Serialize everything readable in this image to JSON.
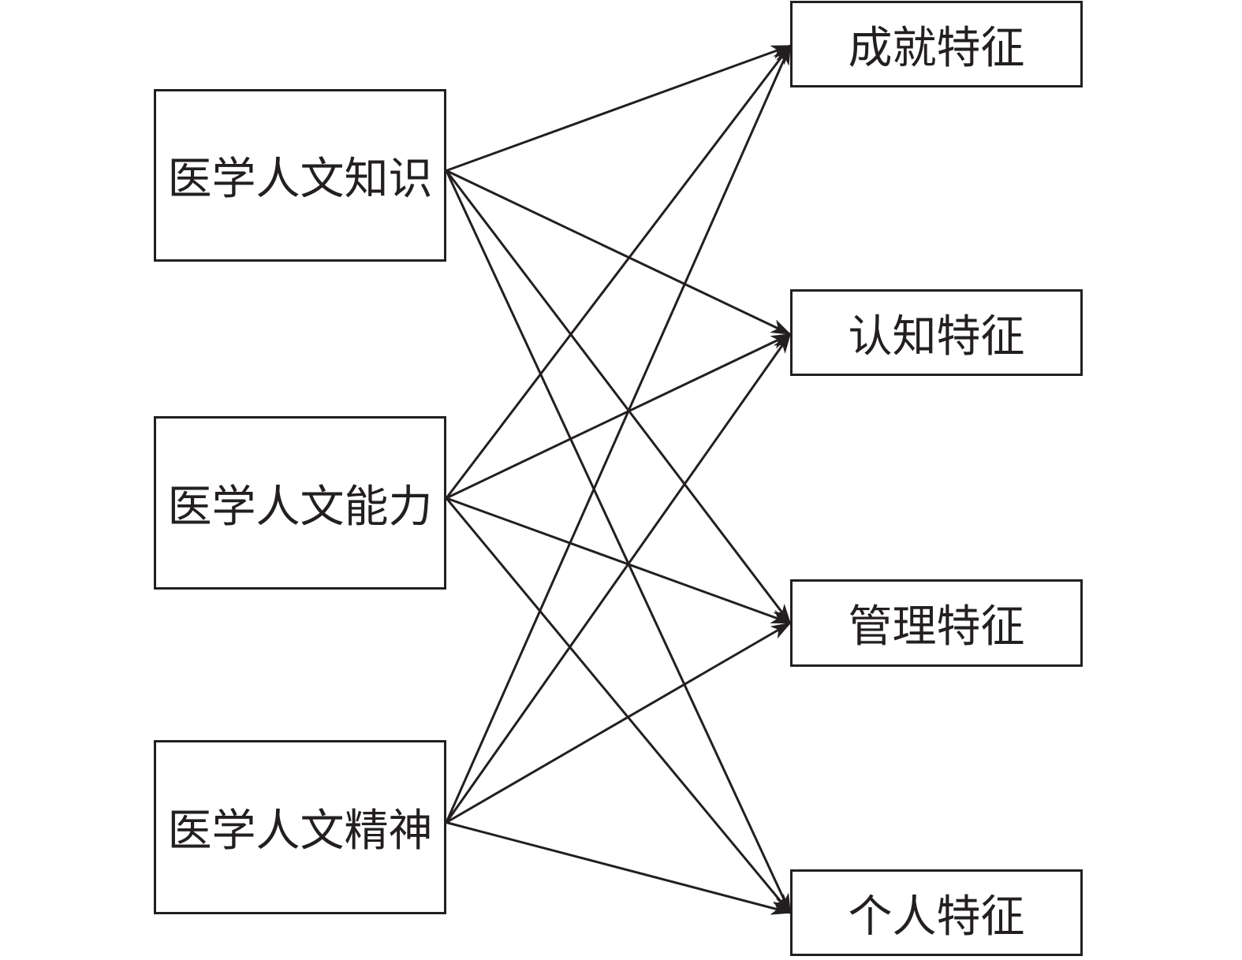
{
  "diagram": {
    "sources": [
      {
        "id": "src-0",
        "label": "医学人文知识"
      },
      {
        "id": "src-1",
        "label": "医学人文能力"
      },
      {
        "id": "src-2",
        "label": "医学人文精神"
      }
    ],
    "targets": [
      {
        "id": "tgt-0",
        "label": "成就特征"
      },
      {
        "id": "tgt-1",
        "label": "认知特征"
      },
      {
        "id": "tgt-2",
        "label": "管理特征"
      },
      {
        "id": "tgt-3",
        "label": "个人特征"
      }
    ],
    "edges": [
      {
        "from": 0,
        "to": 0
      },
      {
        "from": 0,
        "to": 1
      },
      {
        "from": 0,
        "to": 2
      },
      {
        "from": 0,
        "to": 3
      },
      {
        "from": 1,
        "to": 0
      },
      {
        "from": 1,
        "to": 1
      },
      {
        "from": 1,
        "to": 2
      },
      {
        "from": 1,
        "to": 3
      },
      {
        "from": 2,
        "to": 0
      },
      {
        "from": 2,
        "to": 1
      },
      {
        "from": 2,
        "to": 2
      },
      {
        "from": 2,
        "to": 3
      }
    ],
    "colors": {
      "stroke": "#231f20",
      "background": "#ffffff"
    }
  }
}
